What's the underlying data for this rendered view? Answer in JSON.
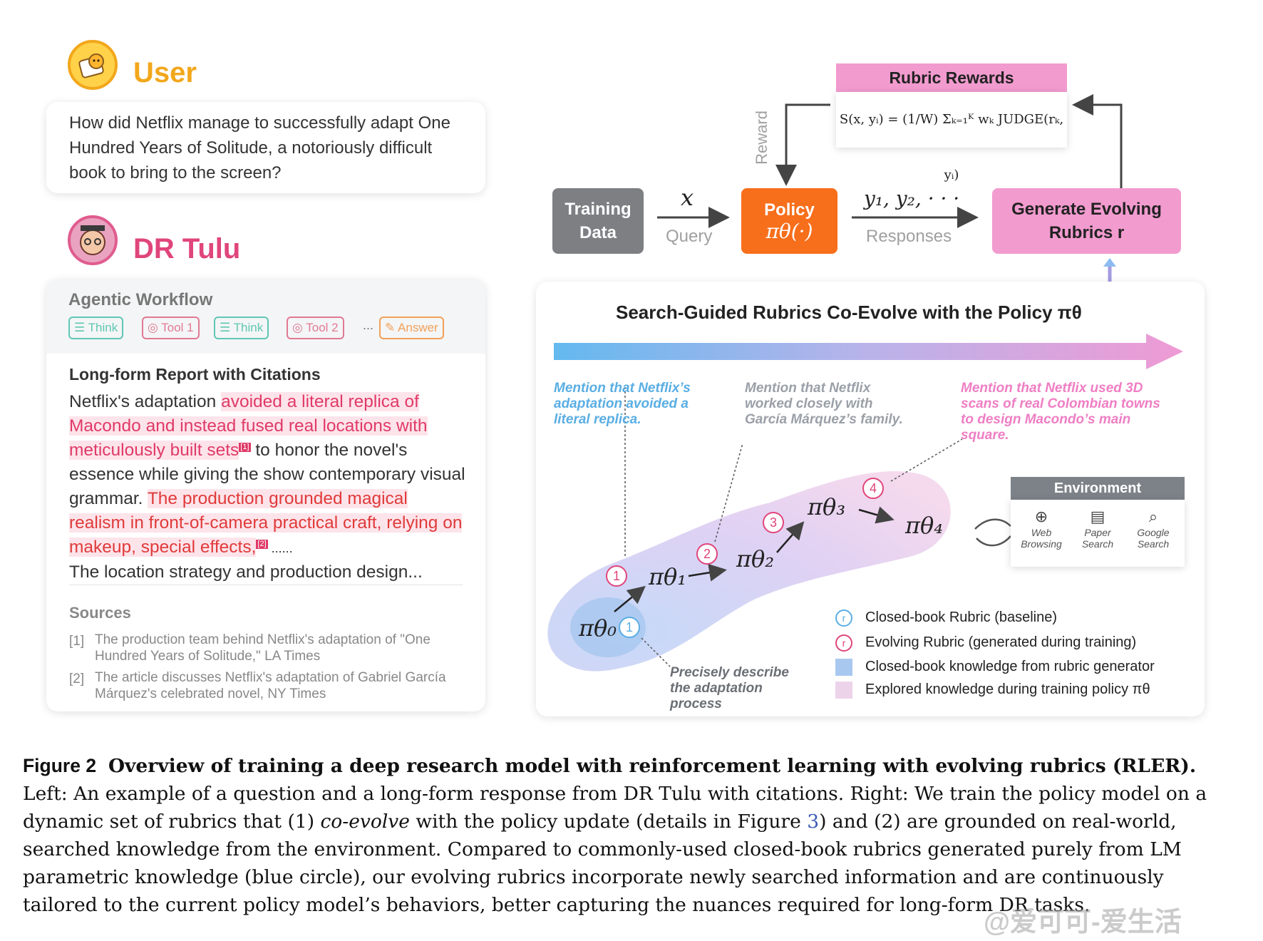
{
  "user": {
    "name": "User",
    "question": "How did Netflix manage to successfully adapt One Hundred Years of Solitude, a notoriously difficult book to bring to the screen?"
  },
  "tulu": {
    "name": "DR Tulu",
    "workflow_title": "Agentic Workflow",
    "chips": [
      "Think",
      "Tool 1",
      "Think",
      "Tool 2",
      "...",
      "Answer"
    ],
    "report_title": "Long-form Report with Citations",
    "report": {
      "p1": "Netflix's adaptation ",
      "hl1": "avoided a literal replica of Macondo and instead fused real locations with meticulously built sets",
      "c1": "[1]",
      "p2": " to honor the novel's essence while giving the show contemporary visual grammar. ",
      "hl2": "The production grounded magical realism in front-of-camera practical craft, relying on makeup, special effects,",
      "c2": "[2]",
      "p3": " ......",
      "p4": "The location strategy and production design..."
    },
    "sources_title": "Sources",
    "sources": [
      {
        "num": "[1]",
        "text": "The production team behind Netflix's adaptation of \"One Hundred Years of Solitude,\" LA Times"
      },
      {
        "num": "[2]",
        "text": "The article discusses Netflix's adaptation of Gabriel García Márquez's celebrated novel, NY Times"
      }
    ]
  },
  "diagram": {
    "rubric_rewards": "Rubric Rewards",
    "formula": "S(x, yᵢ) = (1/W) Σₖ₌₁ᴷ wₖ JUDGE(rₖ, yᵢ)",
    "reward_label": "Reward",
    "training_data": [
      "Training",
      "Data"
    ],
    "x": "x",
    "query": "Query",
    "policy": "Policy",
    "policy_math": "πθ(·)",
    "responses_math": "y₁, y₂, · · ·",
    "responses": "Responses",
    "generate": [
      "Generate Evolving",
      "Rubrics r"
    ],
    "inner_title": "Search-Guided Rubrics Co-Evolve with the Policy πθ",
    "mentions": [
      "Mention that Netflix’s adaptation avoided a literal replica.",
      "Mention that Netflix worked closely with García Márquez’s family.",
      "Mention that Netflix used 3D scans of real Colombian towns to design Macondo’s main square."
    ],
    "thetas": [
      "πθ₀",
      "πθ₁",
      "πθ₂",
      "πθ₃",
      "πθ₄"
    ],
    "step_nums": [
      "1",
      "1",
      "2",
      "3",
      "4"
    ],
    "precisely": "Precisely describe the adaptation process",
    "environment": {
      "title": "Environment",
      "items": [
        {
          "icon": "web-browsing-icon",
          "label": "Web Browsing"
        },
        {
          "icon": "paper-search-icon",
          "label": "Paper Search"
        },
        {
          "icon": "google-search-icon",
          "label": "Google Search"
        }
      ]
    },
    "legend": [
      "Closed-book Rubric (baseline)",
      "Evolving Rubric (generated during training)",
      "Closed-book knowledge from rubric generator",
      "Explored knowledge during training policy πθ"
    ],
    "legend_marks": [
      "r",
      "r"
    ],
    "colors": {
      "blue": "#5aaee3",
      "pink": "#ef7ec4",
      "orange": "#f76e1b",
      "gray": "#7d7f83"
    }
  },
  "caption": {
    "label": "Figure 2",
    "title": "Overview of training a deep research model with reinforcement learning with evolving rubrics (RLER).",
    "t1": " Left: An example of a question and a long-form response from DR Tulu with citations. Right: We train the policy model on a dynamic set of rubrics that (1) ",
    "em": "co-evolve",
    "t2": " with the policy update (details in Figure ",
    "ref": "3",
    "t3": ") and (2) are grounded on real-world, searched knowledge from the environment. Compared to commonly-used closed-book rubrics generated purely from LM parametric knowledge (blue circle), our evolving rubrics incorporate newly searched information and are continuously tailored to the current policy model’s behaviors, better capturing the nuances required for long-form DR tasks."
  },
  "watermark": "@爱可可-爱生活"
}
